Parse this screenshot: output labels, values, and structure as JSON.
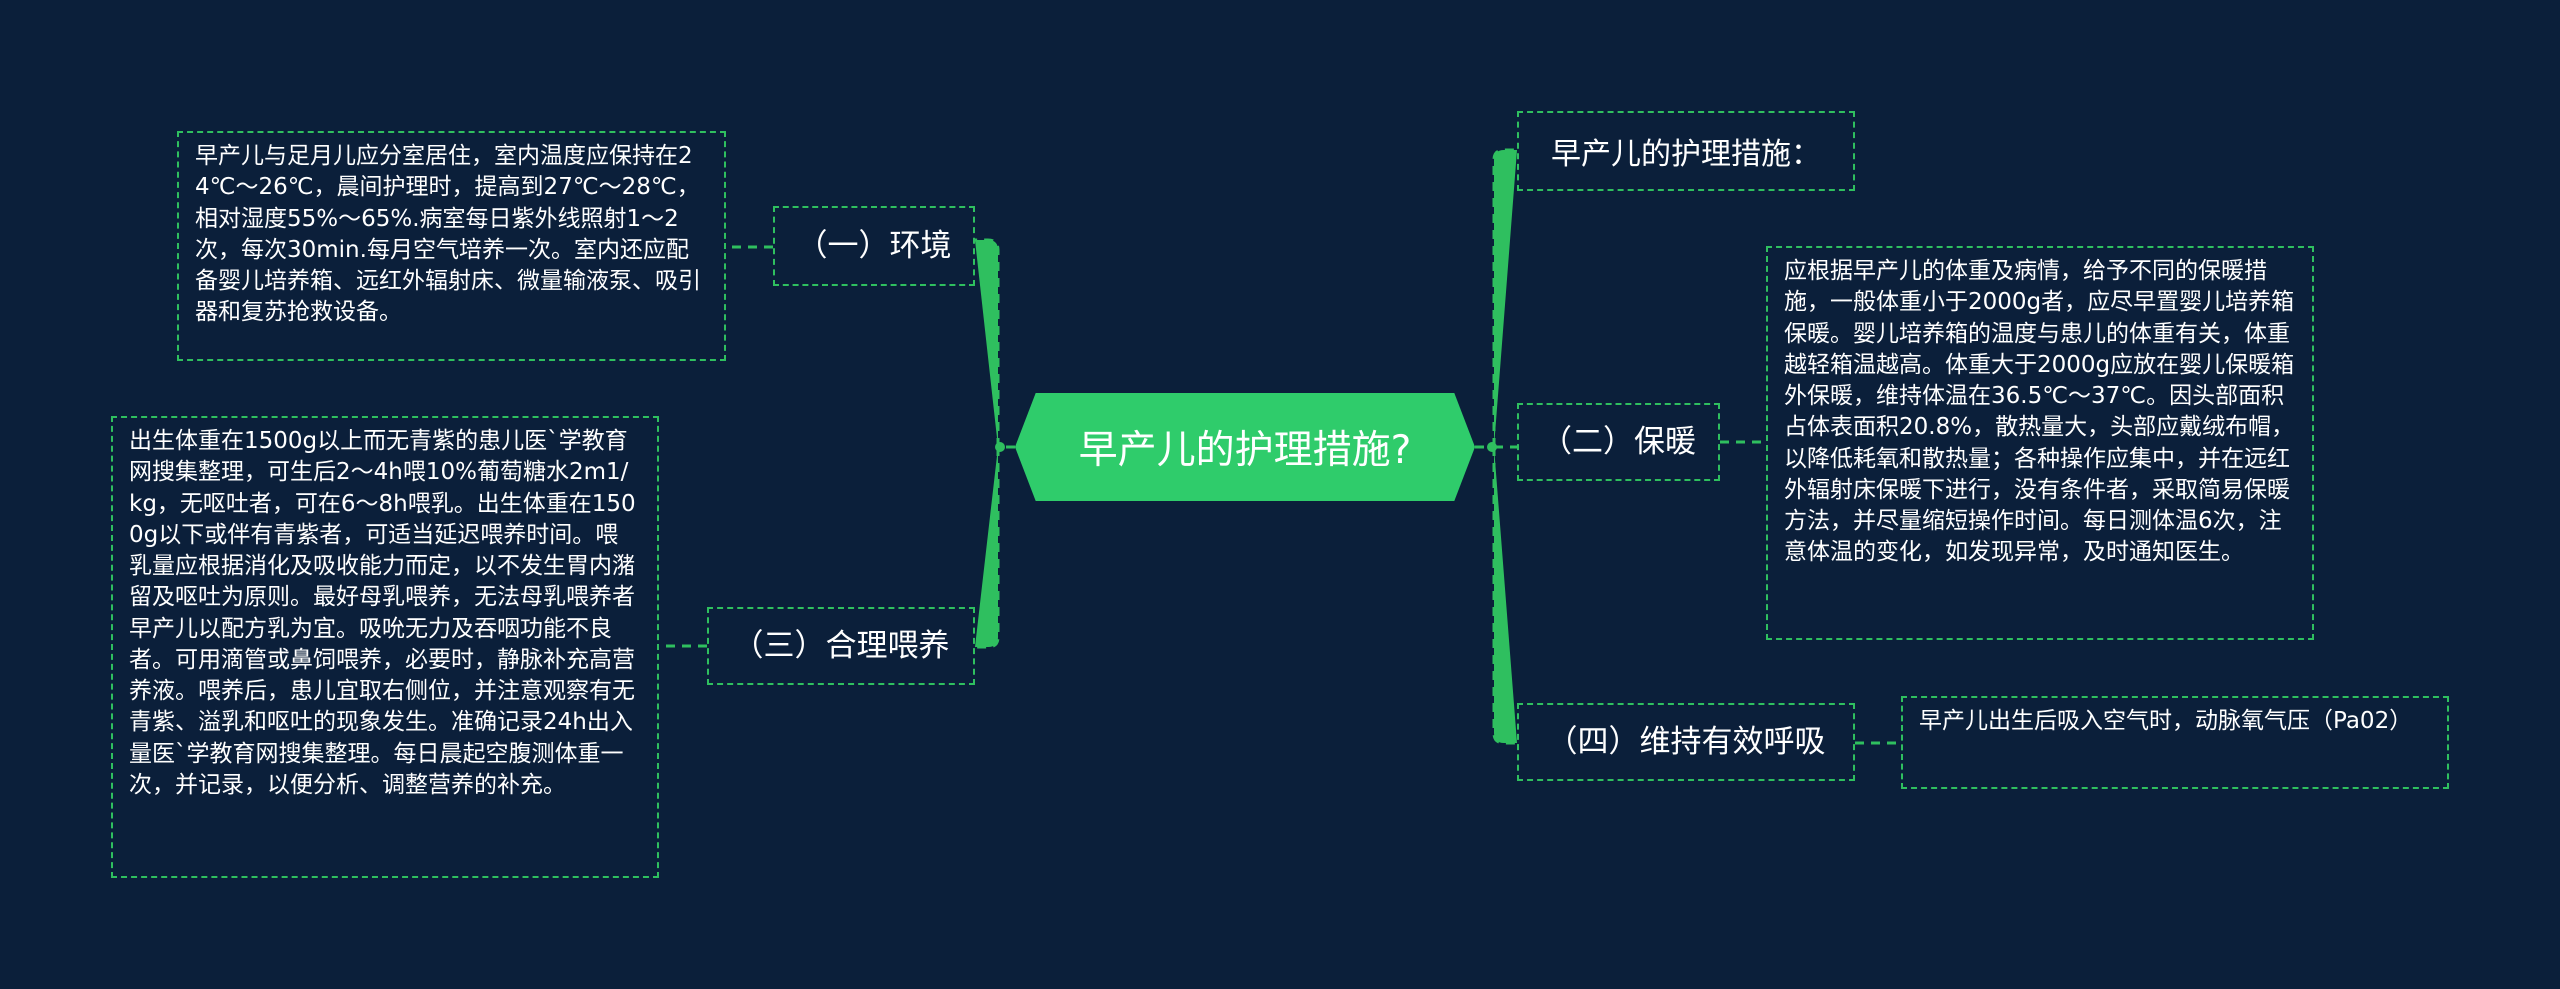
{
  "theme": {
    "background": "#0b1f3a",
    "accent": "#2fcc6b",
    "connector": "#2fbf5f",
    "text": "#ffffff"
  },
  "root": {
    "label": "早产儿的护理措施?"
  },
  "intro": {
    "label": "早产儿的护理措施："
  },
  "branches": {
    "environment": {
      "label": "（一）环境",
      "detail": "早产儿与足月儿应分室居住，室内温度应保持在24℃～26℃，晨间护理时，提高到27℃～28℃，相对湿度55%～65%.病室每日紫外线照射1～2次，每次30min.每月空气培养一次。室内还应配备婴儿培养箱、远红外辐射床、微量输液泵、吸引器和复苏抢救设备。"
    },
    "feeding": {
      "label": "（三）合理喂养",
      "detail": "出生体重在1500g以上而无青紫的患儿医`学教育网搜集整理，可生后2～4h喂10%葡萄糖水2m1/kg，无呕吐者，可在6～8h喂乳。出生体重在1500g以下或伴有青紫者，可适当延迟喂养时间。喂乳量应根据消化及吸收能力而定，以不发生胃内潴留及呕吐为原则。最好母乳喂养，无法母乳喂养者早产儿以配方乳为宜。吸吮无力及吞咽功能不良者。可用滴管或鼻饲喂养，必要时，静脉补充高营养液。喂养后，患儿宜取右侧位，并注意观察有无青紫、溢乳和呕吐的现象发生。准确记录24h出入量医`学教育网搜集整理。每日晨起空腹测体重一次，并记录，以便分析、调整营养的补充。"
    },
    "warmth": {
      "label": "（二）保暖",
      "detail": "应根据早产儿的体重及病情，给予不同的保暖措施，一般体重小于2000g者，应尽早置婴儿培养箱保暖。婴儿培养箱的温度与患儿的体重有关，体重越轻箱温越高。体重大于2000g应放在婴儿保暖箱外保暖，维持体温在36.5℃～37℃。因头部面积占体表面积20.8%，散热量大，头部应戴绒布帽，以降低耗氧和散热量；各种操作应集中，并在远红外辐射床保暖下进行，没有条件者，采取简易保暖方法，并尽量缩短操作时间。每日测体温6次，注意体温的变化，如发现异常，及时通知医生。"
    },
    "breathing": {
      "label": "（四）维持有效呼吸",
      "detail": "早产儿出生后吸入空气时，动脉氧气压（Pa02）"
    }
  }
}
